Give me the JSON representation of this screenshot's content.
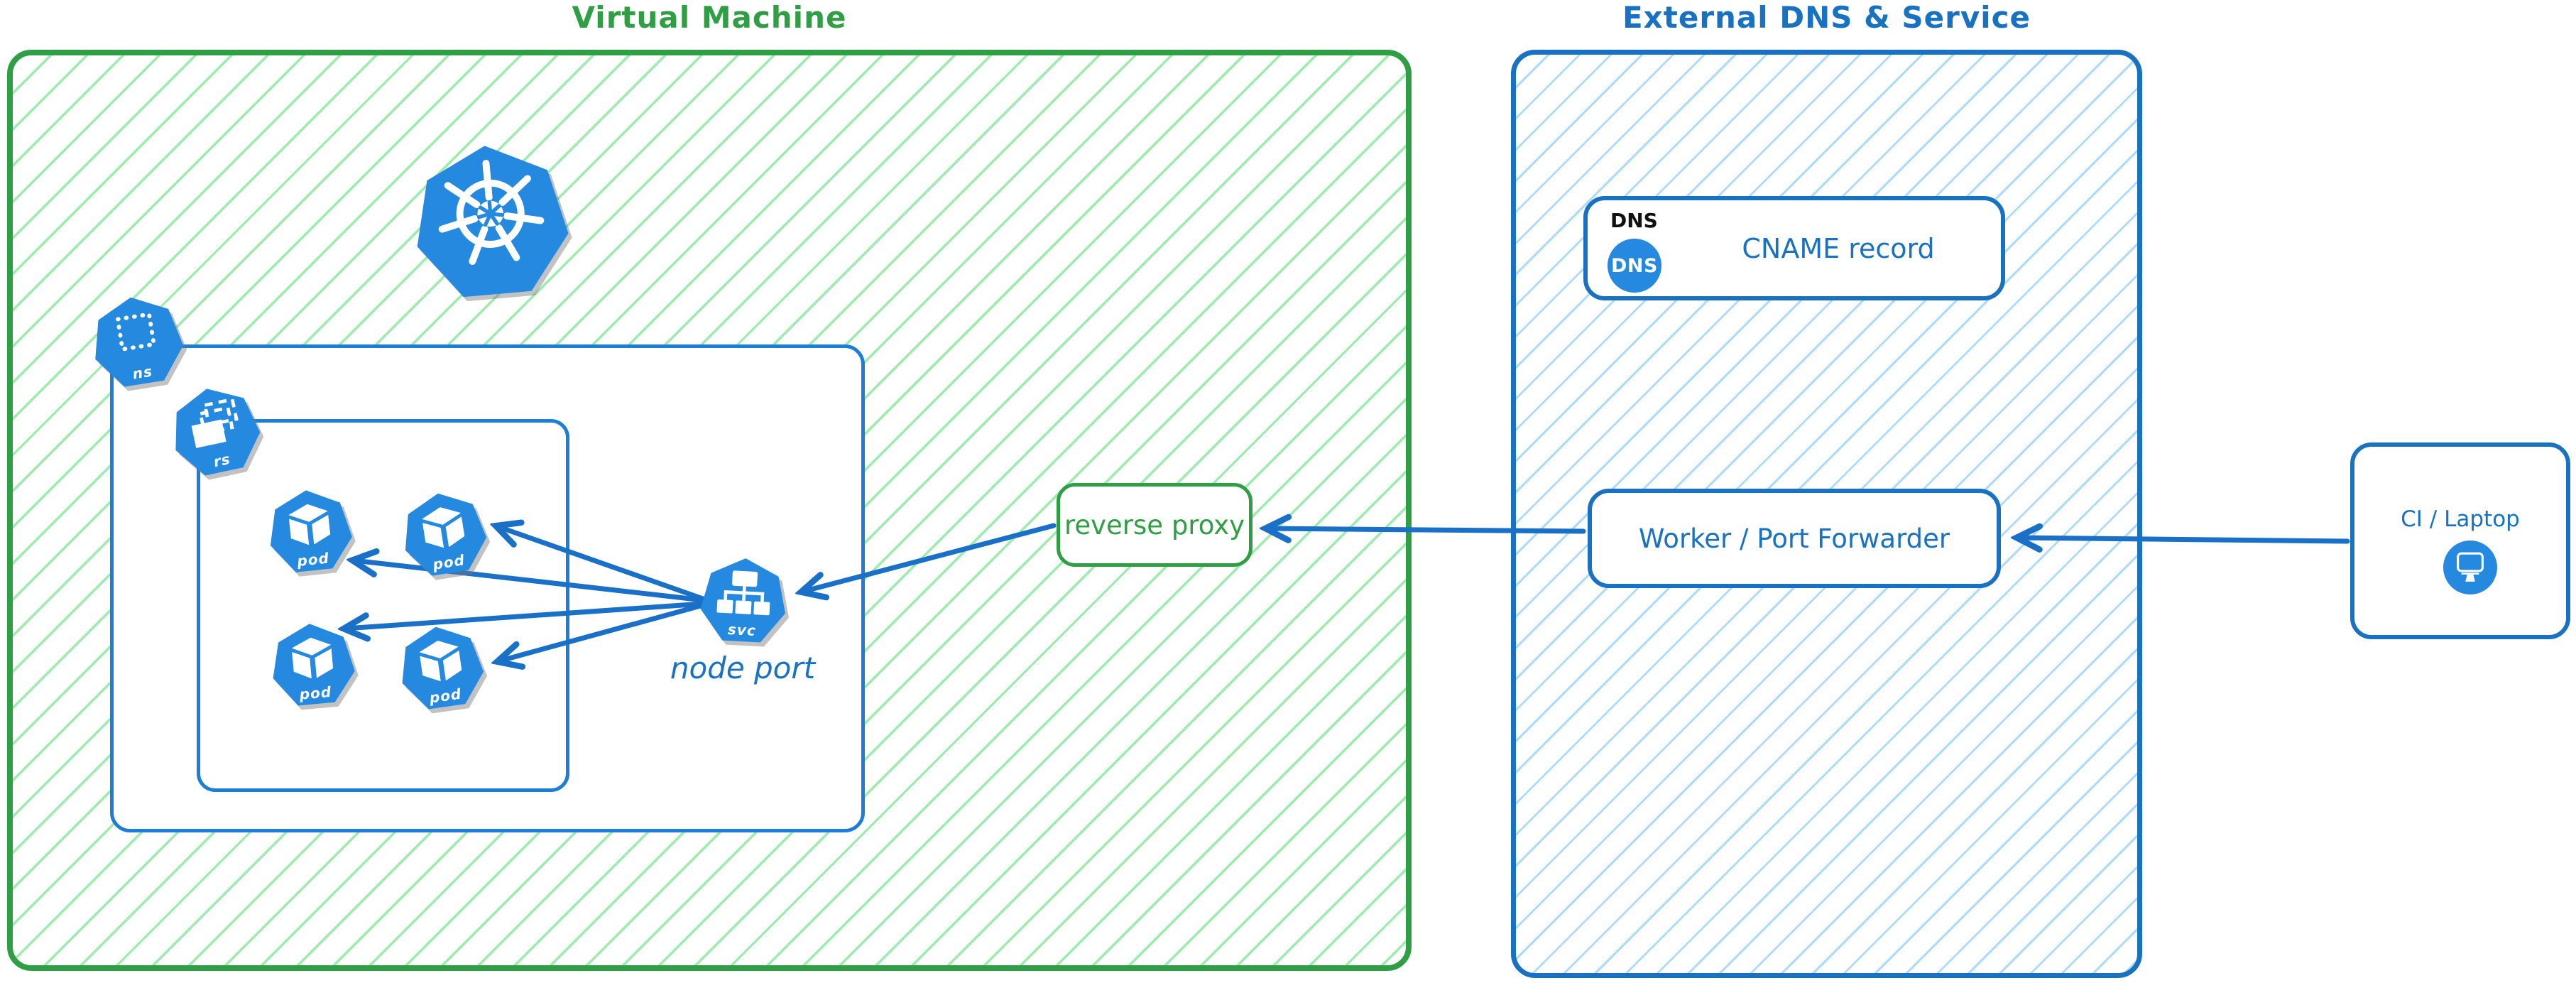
{
  "groups": {
    "vm": {
      "title": "Virtual Machine"
    },
    "external": {
      "title": "External DNS & Service"
    }
  },
  "kubernetes": {
    "logo": "kubernetes-wheel",
    "namespace_label": "ns",
    "replicaset_label": "rs",
    "pods": [
      {
        "label": "pod"
      },
      {
        "label": "pod"
      },
      {
        "label": "pod"
      },
      {
        "label": "pod"
      }
    ],
    "service_label": "svc",
    "service_caption": "node port"
  },
  "nodes": {
    "reverse_proxy": {
      "label": "reverse proxy"
    },
    "dns": {
      "tag": "DNS",
      "badge": "DNS",
      "record": "CNAME record"
    },
    "worker": {
      "label": "Worker / Port Forwarder"
    },
    "ci": {
      "label": "CI / Laptop"
    }
  },
  "colors": {
    "green_stroke": "#2f9e44",
    "green_hatch": "#8ce9a0",
    "blue_stroke": "#1971c2",
    "blue_hatch": "#a5d7f7",
    "icon_blue": "#2589e0",
    "arrow_blue": "#1a70c7",
    "dns_tag_text": "#111111"
  }
}
